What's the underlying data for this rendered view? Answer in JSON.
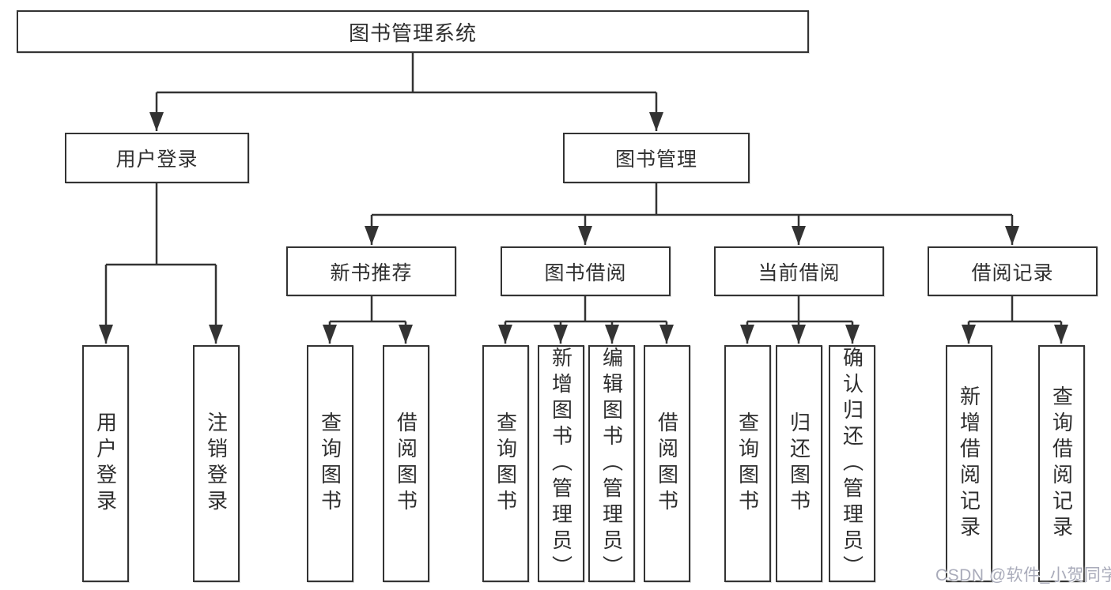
{
  "diagram": {
    "colors": {
      "line": "#333333",
      "box_border": "#333333",
      "text": "#2f2f2f",
      "background": "#ffffff",
      "watermark": "#a9abba"
    },
    "root": {
      "label": "图书管理系统"
    },
    "branches": [
      {
        "label": "用户登录",
        "children": [
          {
            "label": "用户登录"
          },
          {
            "label": "注销登录"
          }
        ]
      },
      {
        "label": "图书管理",
        "sections": [
          {
            "label": "新书推荐",
            "children": [
              {
                "label": "查询图书"
              },
              {
                "label": "借阅图书"
              }
            ]
          },
          {
            "label": "图书借阅",
            "children": [
              {
                "label": "查询图书"
              },
              {
                "label": "新增图书（管理员）"
              },
              {
                "label": "编辑图书（管理员）"
              },
              {
                "label": "借阅图书"
              }
            ]
          },
          {
            "label": "当前借阅",
            "children": [
              {
                "label": "查询图书"
              },
              {
                "label": "归还图书"
              },
              {
                "label": "确认归还（管理员）"
              }
            ]
          },
          {
            "label": "借阅记录",
            "children": [
              {
                "label": "新增借阅记录"
              },
              {
                "label": "查询借阅记录"
              }
            ]
          }
        ]
      }
    ],
    "watermark": "CSDN @软件_小贺同学"
  }
}
